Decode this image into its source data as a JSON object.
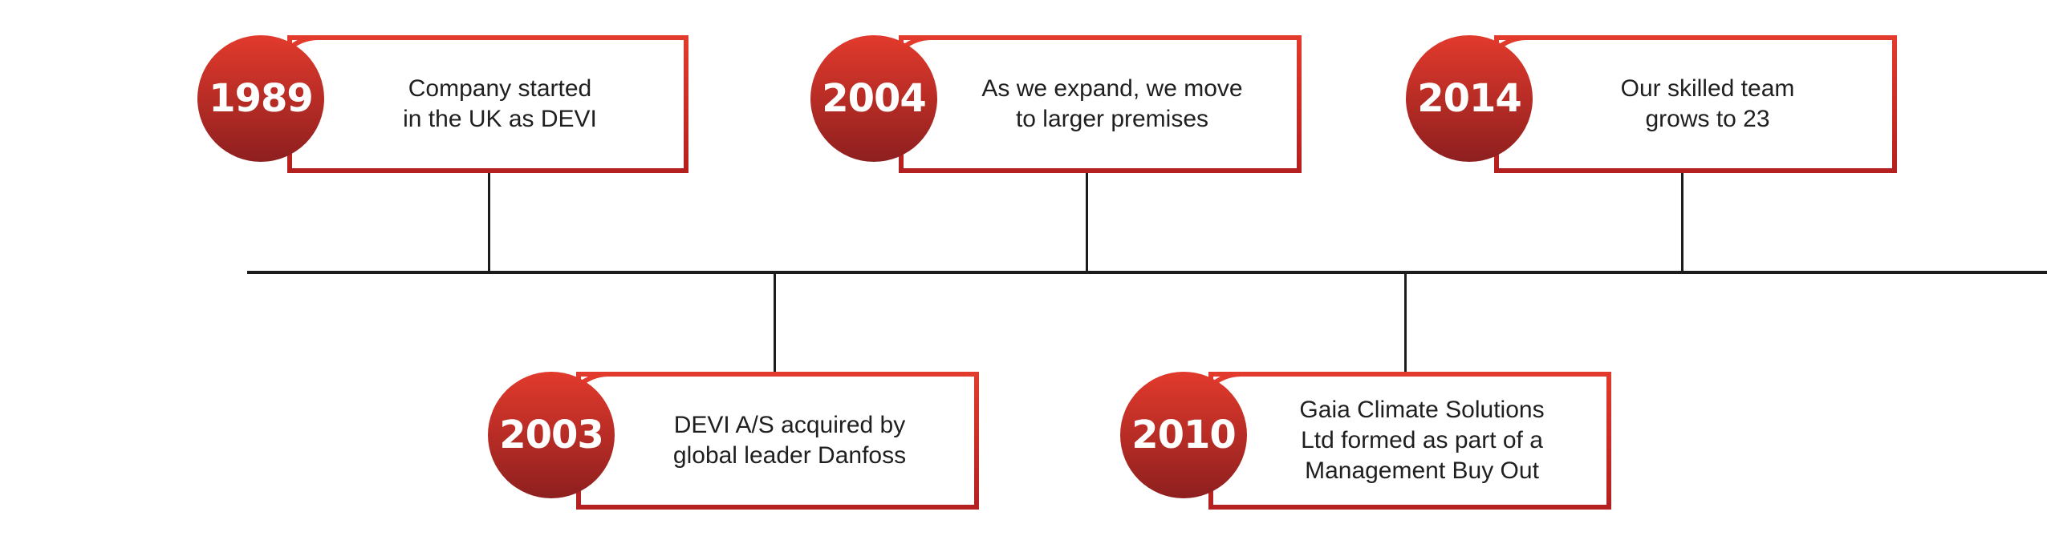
{
  "timeline": {
    "events": [
      {
        "year": "1989",
        "text": "Company started\nin the UK as DEVI"
      },
      {
        "year": "2003",
        "text": "DEVI A/S acquired by\nglobal leader Danfoss"
      },
      {
        "year": "2004",
        "text": "As we expand, we move\nto larger premises"
      },
      {
        "year": "2010",
        "text": "Gaia Climate Solutions\nLtd formed as part of a\nManagement Buy Out"
      },
      {
        "year": "2014",
        "text": "Our skilled team\ngrows to 23"
      }
    ],
    "colors": {
      "accent_top": "#e23a2c",
      "accent_bottom": "#8e1f1f",
      "line": "#1c1c1c"
    }
  }
}
